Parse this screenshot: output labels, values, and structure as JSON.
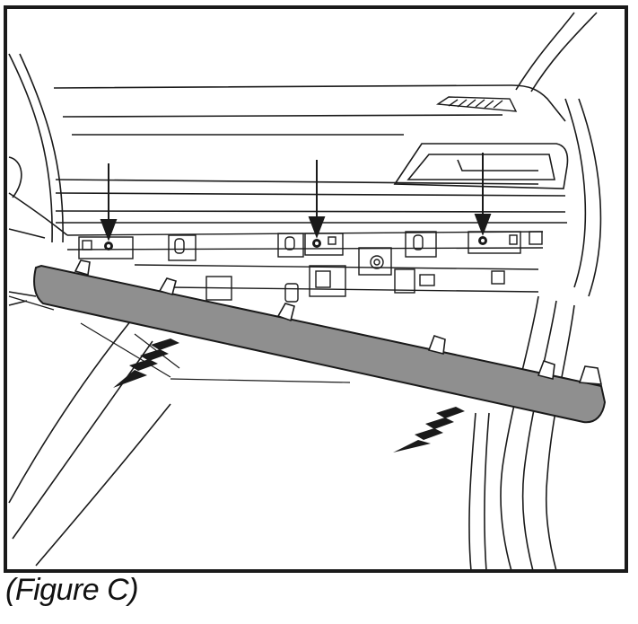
{
  "caption": "(Figure C)",
  "colors": {
    "line": "#1a1a1a",
    "trim_fill": "#8f8f8f",
    "background": "#ffffff"
  },
  "callouts": {
    "fastener_arrows": 3,
    "removal_direction_arrows": 2
  },
  "icons": [
    "down-arrow-icon",
    "pull-direction-arrow-icon",
    "screw-icon",
    "clip-icon"
  ]
}
